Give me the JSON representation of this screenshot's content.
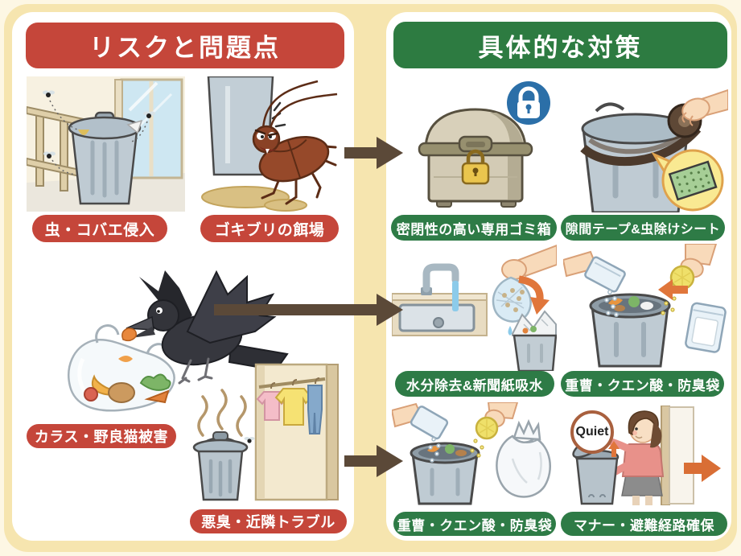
{
  "left_panel": {
    "header": "リスクと問題点",
    "items": [
      {
        "label": "虫・コバエ侵入",
        "illustration": "balcony-trash-can-flies"
      },
      {
        "label": "ゴキブリの餌場",
        "illustration": "cockroach-beside-trash-can"
      },
      {
        "label": "カラス・野良猫被害",
        "illustration": "crow-tearing-garbage-bag"
      },
      {
        "label": "悪臭・近隣トラブル",
        "illustration": "smelly-can-near-closet"
      }
    ]
  },
  "right_panel": {
    "header": "具体的な対策",
    "items": [
      {
        "label": "密閉性の高い専用ゴミ箱",
        "illustration": "locked-sealed-trash-box"
      },
      {
        "label": "隙間テープ&虫除けシート",
        "illustration": "taping-can-rim-and-repellent-sheet"
      },
      {
        "label": "水分除去&新聞紙吸水",
        "illustration": "draining-bag-over-sink-newspaper-can"
      },
      {
        "label": "重曹・クエン酸・防臭袋",
        "illustration": "sprinkling-baking-soda-and-citric-acid"
      },
      {
        "label": "重曹・クエン酸・防臭袋",
        "illustration": "sprinkling-powder-and-deodorizing-bag"
      },
      {
        "label": "マナー・避難経路確保",
        "illustration": "woman-quietly-closing-lid"
      }
    ]
  },
  "badges": {
    "quiet": "Quiet"
  },
  "icons": {
    "lock_badge": "lock-icon",
    "flow_arrow": "arrow-right-icon",
    "accent_arrow": "orange-arrow-right-icon"
  },
  "colors": {
    "background": "#F6E5AF",
    "panel": "#FFFFFF",
    "risk_red": "#C5463A",
    "action_green": "#2E7B46",
    "arrow_brown": "#5B4938",
    "accent_orange": "#DC7134",
    "lock_blue": "#2B6FA8"
  }
}
